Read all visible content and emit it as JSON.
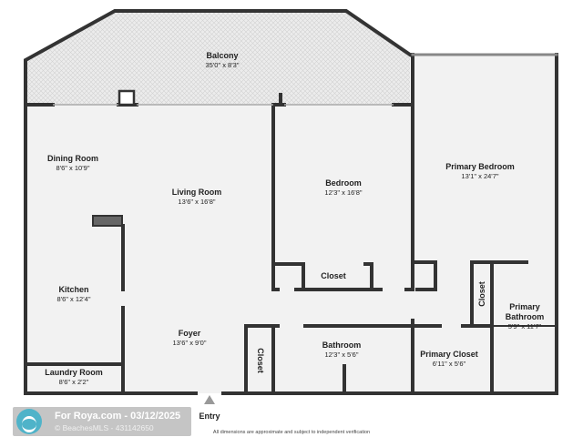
{
  "rooms": {
    "balcony": {
      "name": "Balcony",
      "dim": "35'0\" x 8'3\""
    },
    "dining": {
      "name": "Dining Room",
      "dim": "8'6\" x 10'9\""
    },
    "living": {
      "name": "Living Room",
      "dim": "13'6\" x 16'8\""
    },
    "bedroom": {
      "name": "Bedroom",
      "dim": "12'3\" x 16'8\""
    },
    "primary_bedroom": {
      "name": "Primary Bedroom",
      "dim": "13'1\" x 24'7\""
    },
    "kitchen": {
      "name": "Kitchen",
      "dim": "8'6\" x 12'4\""
    },
    "foyer": {
      "name": "Foyer",
      "dim": "13'6\" x 9'0\""
    },
    "laundry": {
      "name": "Laundry Room",
      "dim": "8'6\" x 2'2\""
    },
    "bathroom": {
      "name": "Bathroom",
      "dim": "12'3\" x 5'6\""
    },
    "primary_closet": {
      "name": "Primary Closet",
      "dim": "6'11\" x 5'6\""
    },
    "primary_bathroom": {
      "name": "Primary Bathroom",
      "line1": "Primary",
      "line2": "Bathroom",
      "dim": "5'9\" x 11'7\""
    }
  },
  "closets": {
    "bedroom_closet": "Closet",
    "primary_bed_closet": "Closet",
    "foyer_closet": "Closet"
  },
  "entry_label": "Entry",
  "disclaimer": "All dimensions are approximate and subject to independent verification",
  "watermark": {
    "line1": "For Roya.com - 03/12/2025",
    "line2": "© BeachesMLS - 431142650"
  },
  "colors": {
    "wall": "#333333",
    "floor": "#f2f2f2",
    "balcony_floor": "#e9e9e9"
  }
}
